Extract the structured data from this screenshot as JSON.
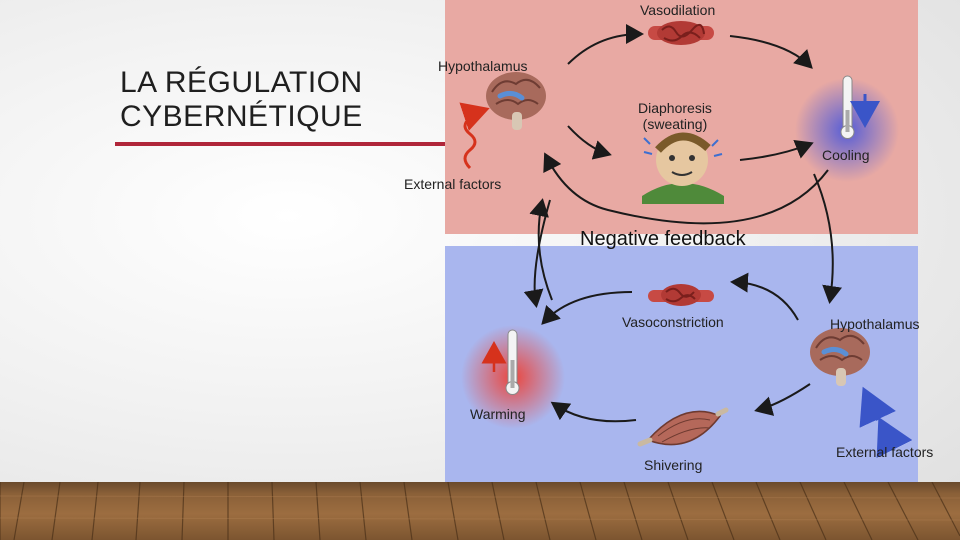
{
  "slide": {
    "title": "LA RÉGULATION\nCYBERNÉTIQUE"
  },
  "diagram": {
    "top_panel": {
      "color": "#e8a9a3",
      "labels": {
        "vasodilation": "Vasodilation",
        "hypothalamus": "Hypothalamus",
        "diaphoresis": "Diaphoresis\n(sweating)",
        "cooling": "Cooling",
        "external_factors": "External factors"
      }
    },
    "center_label": "Negative feedback",
    "bottom_panel": {
      "color": "#a9b6ee",
      "labels": {
        "vasoconstriction": "Vasoconstriction",
        "hypothalamus": "Hypothalamus",
        "warming": "Warming",
        "shivering": "Shivering",
        "external_factors": "External factors"
      }
    },
    "colors": {
      "arrow": "#1a1a1a",
      "hot_arrow": "#d6321c",
      "cold_arrow": "#3a55c8",
      "accent_rule": "#b0263a"
    }
  }
}
